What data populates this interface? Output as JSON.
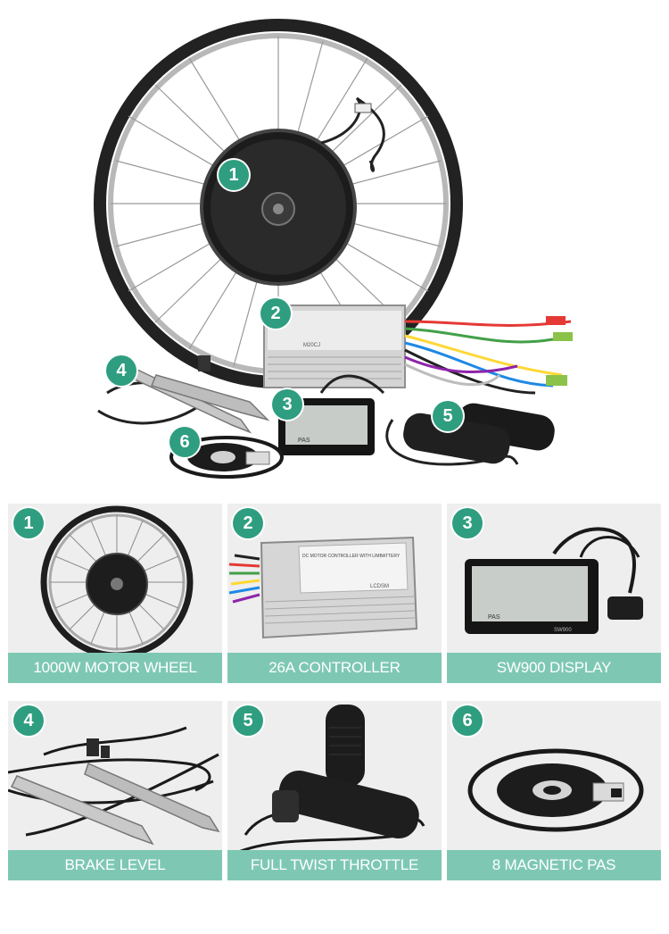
{
  "hero": {
    "badges": [
      "1",
      "2",
      "3",
      "4",
      "5",
      "6"
    ],
    "controller_text": [
      "M20CJ"
    ],
    "display_text": [
      "PAS"
    ]
  },
  "cards": [
    {
      "number": "1",
      "label": "1000W MOTOR WHEEL",
      "icon": "motor-wheel"
    },
    {
      "number": "2",
      "label": "26A CONTROLLER",
      "icon": "controller",
      "product_text": [
        "DC MOTOR CONTROLLER WITH LIMBATTERY",
        "LCDSM"
      ]
    },
    {
      "number": "3",
      "label": "SW900 DISPLAY",
      "icon": "lcd-display",
      "product_text": [
        "SW900",
        "PAS"
      ]
    },
    {
      "number": "4",
      "label": "BRAKE LEVEL",
      "icon": "brake-lever"
    },
    {
      "number": "5",
      "label": "FULL TWIST THROTTLE",
      "icon": "twist-throttle"
    },
    {
      "number": "6",
      "label": "8 MAGNETIC PAS",
      "icon": "pas-sensor"
    }
  ],
  "colors": {
    "badge": "#2f9e80",
    "label_bar": "#7ec8b3",
    "card_bg": "#eeeeee"
  }
}
